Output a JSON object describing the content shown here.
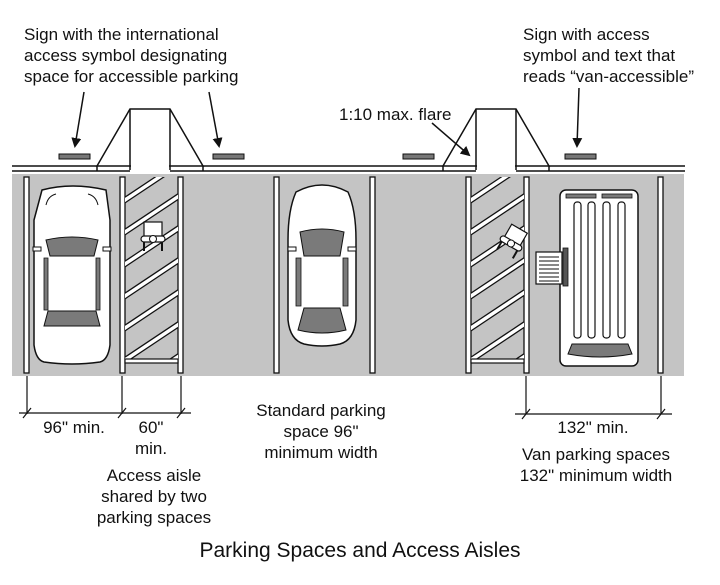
{
  "diagram": {
    "title": "Parking Spaces and Access Aisles",
    "callouts": {
      "left_sign": [
        "Sign with the international",
        "access symbol designating",
        "space for accessible parking"
      ],
      "right_sign": [
        "Sign with access",
        "symbol and text that",
        "reads “van-accessible”"
      ],
      "flare": "1:10 max. flare"
    },
    "dimensions": {
      "car_space": "96\" min.",
      "aisle": [
        "60\"",
        "min."
      ],
      "van_space": "132\" min."
    },
    "descriptions": {
      "aisle": [
        "Access aisle",
        "shared by two",
        "parking spaces"
      ],
      "standard": [
        "Standard parking",
        "space 96\"",
        "minimum width"
      ],
      "van": [
        "Van parking spaces",
        "132\" minimum width"
      ]
    },
    "colors": {
      "pavement": "#c4c4c4",
      "line": "#111111",
      "window": "#7a7a7a",
      "vehicle": "#ffffff"
    }
  }
}
